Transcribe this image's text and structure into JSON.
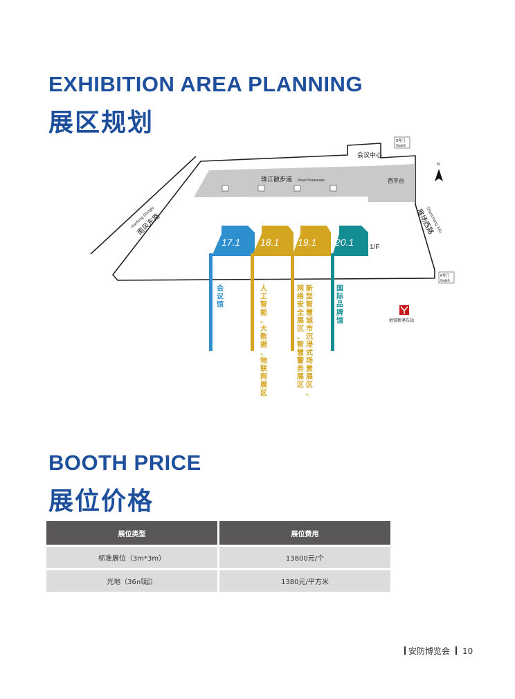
{
  "section1": {
    "title_en": "EXHIBITION AREA PLANNING",
    "title_zh": "展区规划"
  },
  "map": {
    "conference_center": "会议中心",
    "gate8_zh": "8号门",
    "gate8_en": "Gate8",
    "gate6_zh": "6号门",
    "gate6_en": "Gate6",
    "north": "N",
    "promenade_zh": "珠江散步道",
    "promenade_en": "Pearl Promenade",
    "west_platform": "西平台",
    "road_left_en": "Nanfeng Donglu",
    "road_left_zh": "南风东路",
    "road_right_zh": "展场西路",
    "road_right_en": "Zhanchang Xilu",
    "floor": "1/F",
    "metro": "地铁新港东站",
    "halls": [
      {
        "id": "17.1",
        "color": "#2e8fce",
        "text": "会议馆"
      },
      {
        "id": "18.1",
        "color": "#d4a520",
        "text": "人工智能、大数据、物联网展区"
      },
      {
        "id": "19.1",
        "color": "#d4a520",
        "text": "新型智慧城市沉浸式场景展区、"
      },
      {
        "id": "19.1b",
        "color": "#d4a520",
        "text": "网络安全展区、智慧警务展区"
      },
      {
        "id": "20.1",
        "color": "#138c92",
        "text": "国际品牌馆"
      }
    ]
  },
  "section2": {
    "title_en": "BOOTH PRICE",
    "title_zh": "展位价格"
  },
  "table": {
    "headers": [
      "展位类型",
      "展位费用"
    ],
    "rows": [
      [
        "标准展位（3m*3m）",
        "13800元/个"
      ],
      [
        "光地（36㎡起）",
        "1380元/平方米"
      ]
    ]
  },
  "footer": {
    "text": "安防博览会",
    "page": "10"
  }
}
